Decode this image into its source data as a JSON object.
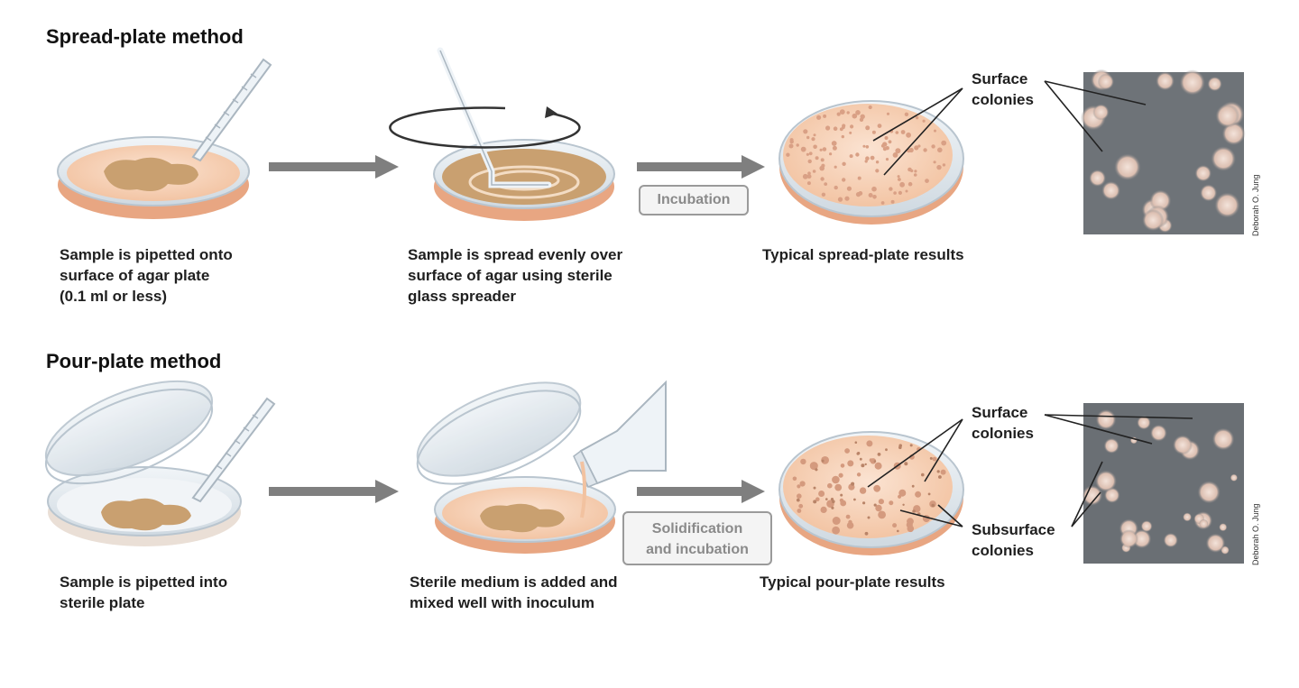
{
  "spread": {
    "heading": "Spread-plate method",
    "step1_caption": "Sample is pipetted onto\nsurface of agar plate\n(0.1 ml or less)",
    "step2_caption": "Sample is spread evenly over\nsurface of agar using sterile\nglass spreader",
    "step3_caption": "Typical spread-plate results",
    "tag": "Incubation",
    "surface_label": "Surface\ncolonies",
    "credit": "Deborah O. Jung"
  },
  "pour": {
    "heading": "Pour-plate method",
    "step1_caption": "Sample is pipetted into\nsterile plate",
    "step2_caption": "Sterile medium is added and\nmixed well with inoculum",
    "step3_caption": "Typical pour-plate results",
    "tag": "Solidification\nand incubation",
    "surface_label": "Surface\ncolonies",
    "subsurface_label": "Subsurface\ncolonies",
    "credit": "Deborah O. Jung"
  },
  "colors": {
    "agar": "#f2c2a0",
    "agar_dark": "#e8a682",
    "sample": "#c9a070",
    "glass": "#dfe8ef",
    "arrow": "#7f7f7f",
    "photo_bg": "#6e7378",
    "colony": "#e9d2c6"
  }
}
